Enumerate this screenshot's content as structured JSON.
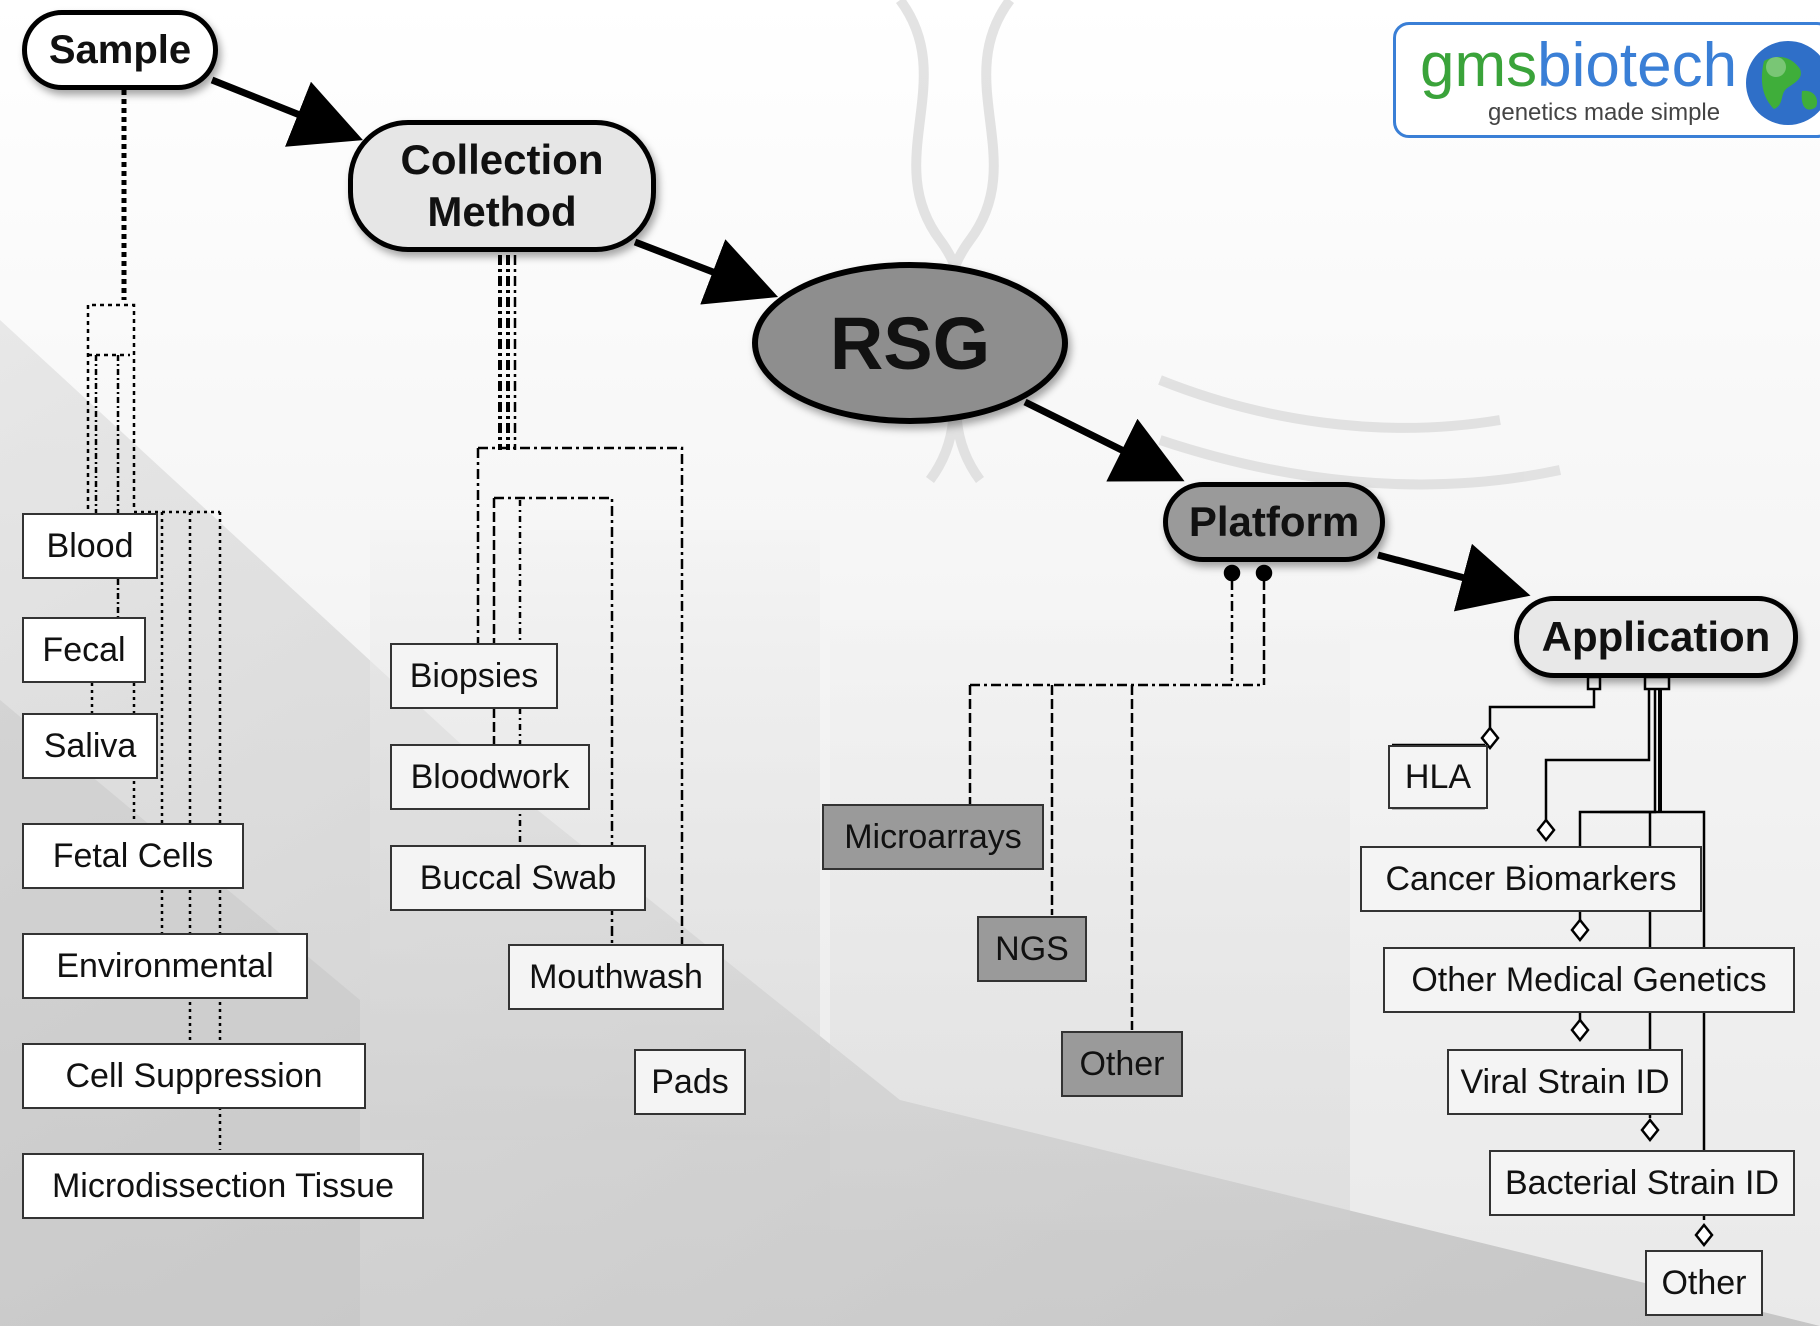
{
  "logo": {
    "word_a": "gms",
    "word_b": "biotech",
    "tagline": "genetics made simple",
    "icon": "globe-icon"
  },
  "flow": {
    "sample": "Sample",
    "collection_line1": "Collection",
    "collection_line2": "Method",
    "rsg": "RSG",
    "platform": "Platform",
    "application": "Application"
  },
  "samples": [
    "Blood",
    "Fecal",
    "Saliva",
    "Fetal Cells",
    "Environmental",
    "Cell Suppression",
    "Microdissection Tissue"
  ],
  "collection_methods": [
    "Biopsies",
    "Bloodwork",
    "Buccal Swab",
    "Mouthwash",
    "Pads"
  ],
  "platforms": [
    "Microarrays",
    "NGS",
    "Other"
  ],
  "applications": [
    "HLA",
    "Cancer Biomarkers",
    "Other Medical Genetics",
    "Viral Strain ID",
    "Bacterial Strain ID",
    "Other"
  ],
  "colors": {
    "logo_green": "#3aa33a",
    "logo_blue": "#3a7fd6",
    "rsg_fill": "#8e8e8e",
    "platform_fill": "#9a9a9a"
  }
}
